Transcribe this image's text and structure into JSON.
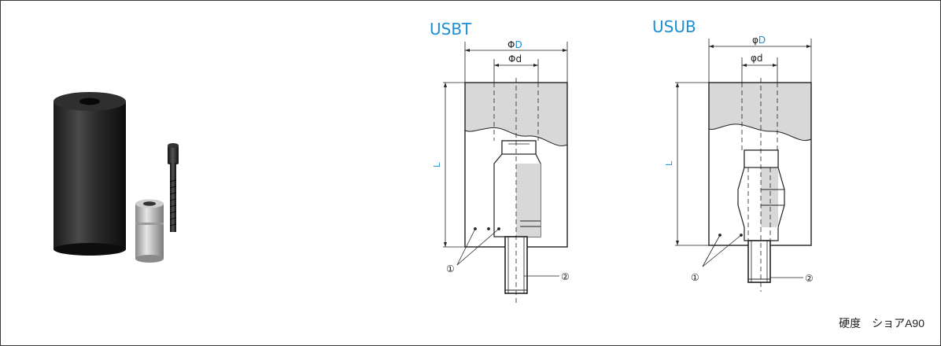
{
  "diagrams": [
    {
      "title": "USBT",
      "dim_outer_prefix": "Φ",
      "dim_outer_var": "D",
      "dim_inner_prefix": "Φ",
      "dim_inner_var": "d",
      "length_label": "L",
      "callout_1": "①",
      "callout_2": "②"
    },
    {
      "title": "USUB",
      "dim_outer_prefix": "φ",
      "dim_outer_var": "D",
      "dim_inner_prefix": "φ",
      "dim_inner_var": "d",
      "length_label": "L",
      "callout_1": "①",
      "callout_2": "②"
    }
  ],
  "hardness": "硬度　ショアA90",
  "colors": {
    "accent": "#1a8fd6",
    "fill_gray": "#d8d8d8",
    "line": "#222222"
  }
}
